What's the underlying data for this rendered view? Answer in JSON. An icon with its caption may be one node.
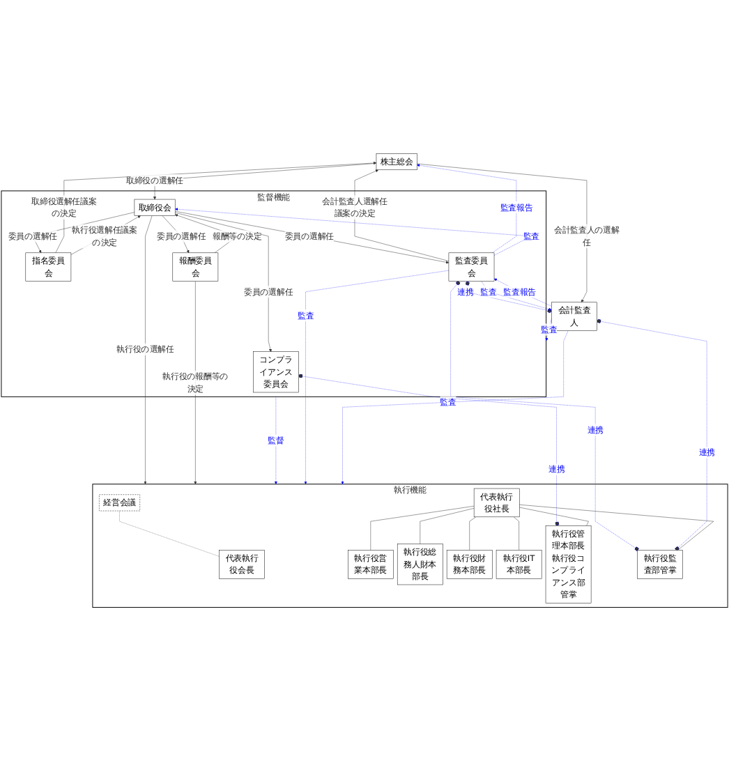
{
  "diagram": {
    "nodes": [
      {
        "text": [
          "株主総会"
        ]
      },
      {
        "text": [
          "監督機能"
        ]
      },
      {
        "text": [
          "取締役会"
        ],
        "in": 1
      },
      {
        "text": [
          "コンプライアンス委員会"
        ],
        "in": 1
      },
      {
        "text": [
          "指名委員会"
        ],
        "in": 1
      },
      {
        "text": [
          "報酬委員会"
        ],
        "in": 1
      },
      {
        "text": [
          "監査委員会"
        ],
        "in": 1
      },
      {
        "text": [
          "執行機能"
        ]
      },
      {
        "text": [
          "代表執行役会長"
        ],
        "in": 7
      },
      {
        "text": [
          "代表執行役社長"
        ],
        "in": 7
      },
      {
        "text": [
          "経営会議"
        ],
        "in": 7
      },
      {
        "text": [
          "執行役営業本部長"
        ],
        "in": 7
      },
      {
        "text": [
          "執行役総務人財本部長"
        ],
        "in": 7
      },
      {
        "text": [
          "執行役財務本部長"
        ],
        "in": 7
      },
      {
        "text": [
          "執行役IT本部長"
        ],
        "in": 7
      },
      {
        "text": [
          "執行役管理本部長",
          "執行役コンプライアンス部管掌"
        ],
        "in": 7
      },
      {
        "text": [
          "執行役監査部管掌"
        ],
        "in": 7
      },
      {
        "text": [
          "会計監査人"
        ]
      }
    ],
    "edges": [
      {
        "from": 0,
        "to": 2,
        "arrow": "to",
        "label": "取締役の選解任"
      },
      {
        "from": 4,
        "to": 0,
        "arrow": "to",
        "label": "取締役選解任議案の決定"
      },
      {
        "from": 4,
        "to": 2,
        "arrow": "to",
        "label": "執行役選解任議案の決定"
      },
      {
        "from": 2,
        "to": 4,
        "arrow": "to",
        "label": "委員の選解任"
      },
      {
        "from": 5,
        "to": 2,
        "arrow": "to",
        "label": "報酬等の決定"
      },
      {
        "from": 2,
        "to": 5,
        "arrow": "to",
        "label": "委員の選解任"
      },
      {
        "from": 2,
        "to": 6,
        "arrow": "to",
        "label": "委員の選解任"
      },
      {
        "from": 2,
        "to": 3,
        "arrow": "to",
        "label": "委員の選解任"
      },
      {
        "from": 6,
        "to": 0,
        "arrow": "to",
        "label": "会計監査人選解任議案の決定"
      },
      {
        "from": 0,
        "to": 17,
        "arrow": "to",
        "label": "会計監査人の選解任"
      },
      {
        "from": 6,
        "to": 0,
        "arrow": "to",
        "label": "監査報告",
        "style": "dashed",
        "color": "#0000ff"
      },
      {
        "from": 6,
        "to": 2,
        "arrow": "to",
        "label": "監査",
        "style": "dashed",
        "color": "#0000ff"
      },
      {
        "from": 2,
        "to": 7,
        "arrow": "to",
        "label": "執行役の選解任"
      },
      {
        "from": 5,
        "to": 7,
        "arrow": "to",
        "label": "執行役の報酬等の決定"
      },
      {
        "from": 1,
        "to": 7,
        "arrow": "to",
        "label": "監督",
        "style": "dashed",
        "color": "#0000ff"
      },
      {
        "from": 6,
        "to": 7,
        "arrow": "to",
        "label": "監査",
        "style": "dashed",
        "color": "#0000ff"
      },
      {
        "from": 3,
        "to": 15,
        "arrow": "other",
        "label": "連携",
        "style": "dashed",
        "color": "#0000ff"
      },
      {
        "from": 6,
        "to": 16,
        "arrow": "other",
        "label": "連携",
        "style": "dashed",
        "color": "#0000ff"
      },
      {
        "from": 17,
        "to": 6,
        "arrow": "to",
        "label": "監査報告",
        "style": "dashed",
        "color": "#0000ff"
      },
      {
        "from": 6,
        "to": 17,
        "arrow": "other",
        "label": "連携",
        "style": "dashed",
        "color": "#0000ff"
      },
      {
        "from": 6,
        "to": 17,
        "arrow": "to",
        "label": "監査",
        "style": "dashed",
        "color": "#0000ff"
      },
      {
        "from": 17,
        "to": 1,
        "arrow": "to",
        "label": "監査",
        "style": "dashed",
        "color": "#0000ff"
      },
      {
        "from": 17,
        "to": 7,
        "arrow": "to",
        "label": "監査",
        "style": "dashed",
        "color": "#0000ff"
      },
      {
        "from": 17,
        "to": 16,
        "arrow": "other",
        "label": "連携",
        "style": "dashed",
        "color": "#0000ff"
      },
      {
        "from": 10,
        "to": 8,
        "arrow": "none",
        "style": "dashed"
      },
      {
        "from": 9,
        "to": 11,
        "arrow": "none"
      },
      {
        "from": 9,
        "to": 12,
        "arrow": "none"
      },
      {
        "from": 9,
        "to": 13,
        "arrow": "none"
      },
      {
        "from": 9,
        "to": 14,
        "arrow": "none"
      },
      {
        "from": 9,
        "to": 15,
        "arrow": "none"
      },
      {
        "from": 9,
        "to": 16,
        "arrow": "none"
      }
    ]
  }
}
